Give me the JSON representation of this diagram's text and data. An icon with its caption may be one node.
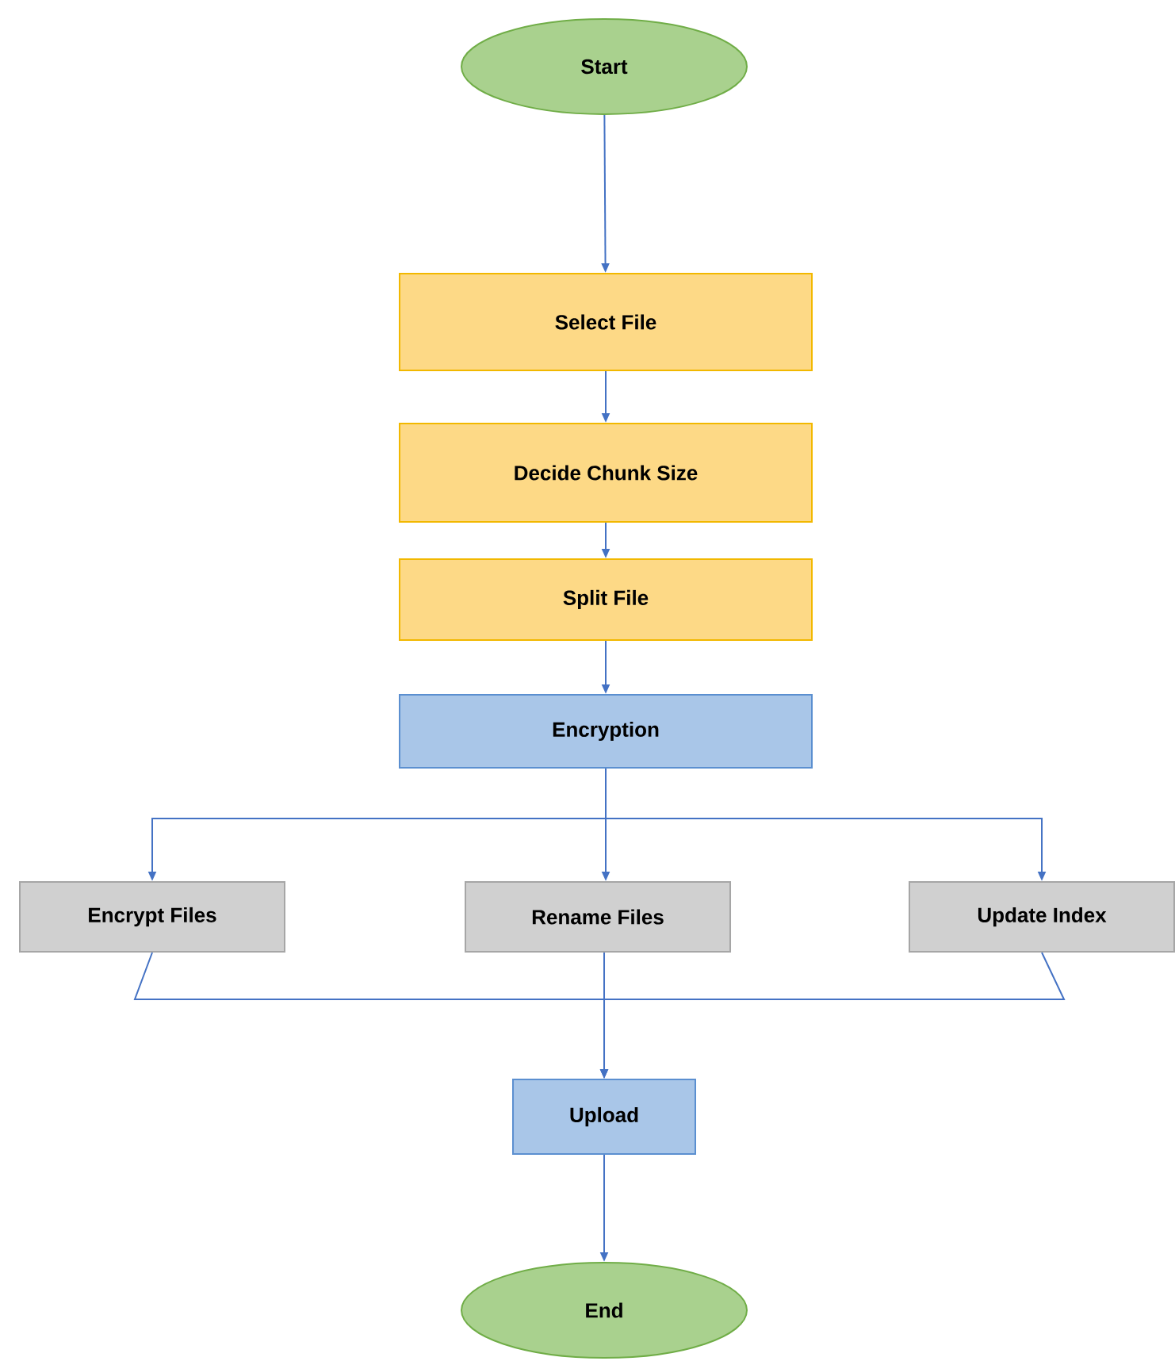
{
  "diagram": {
    "nodes": [
      {
        "text": [
          "Start"
        ]
      },
      {
        "text": [
          "Select File"
        ]
      },
      {
        "text": [
          "Decide Chunk Size"
        ]
      },
      {
        "text": [
          "Split File"
        ]
      },
      {
        "text": [
          "Encryption"
        ]
      },
      {
        "text": [
          "Encrypt Files"
        ]
      },
      {
        "text": [
          "Rename Files"
        ]
      },
      {
        "text": [
          "Update Index"
        ]
      },
      {
        "text": [
          "Upload"
        ]
      },
      {
        "text": [
          "End"
        ]
      }
    ],
    "edges": [
      {
        "from": 0,
        "to": 1,
        "arrow": "to"
      },
      {
        "from": 1,
        "to": 2,
        "arrow": "to"
      },
      {
        "from": 2,
        "to": 3,
        "arrow": "to"
      },
      {
        "from": 3,
        "to": 4,
        "arrow": "to"
      },
      {
        "from": 4,
        "to": 5,
        "arrow": "to"
      },
      {
        "from": 4,
        "to": 6,
        "arrow": "to"
      },
      {
        "from": 4,
        "to": 7,
        "arrow": "to"
      },
      {
        "from": 5,
        "to": 8,
        "arrow": "to"
      },
      {
        "from": 6,
        "to": 8,
        "arrow": "to"
      },
      {
        "from": 7,
        "to": 8,
        "arrow": "to"
      },
      {
        "from": 8,
        "to": 9,
        "arrow": "to"
      }
    ]
  }
}
